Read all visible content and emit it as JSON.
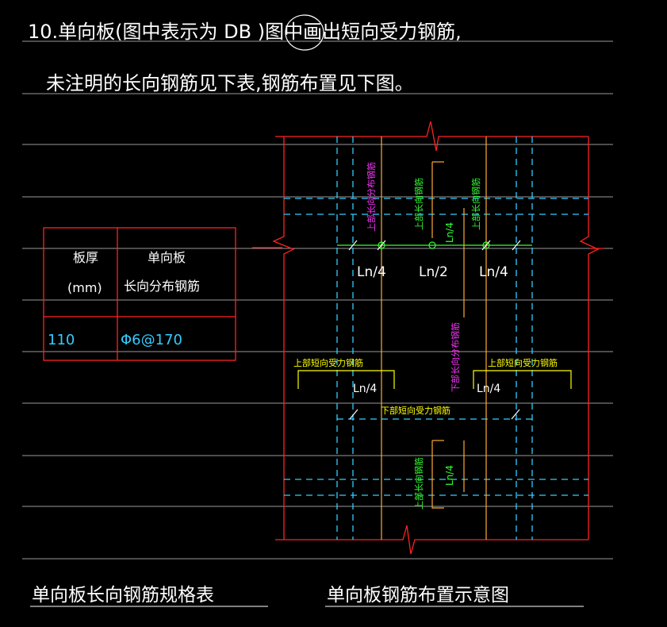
{
  "notes": {
    "line1": "10.单向板(图中表示为 DB )图中画出短向受力钢筋,",
    "line2": "未注明的长向钢筋见下表,钢筋布置见下图。"
  },
  "table": {
    "col1_line1": "板厚",
    "col1_line2": "(mm)",
    "col2_line1": "单向板",
    "col2_line2": "长向分布钢筋",
    "row_thickness": "110",
    "row_spec": "Φ6@170"
  },
  "drawing": {
    "dim_left": "Ln/4",
    "dim_mid": "Ln/2",
    "dim_right": "Ln/4",
    "label_top_distribution": "上部长向分布钢筋",
    "label_top_long_1": "上部长向钢筋",
    "label_top_long_2": "上部长向钢筋",
    "label_ln4_vertical_top": "Ln/4",
    "label_bottom_distribution": "下部长向分布钢筋",
    "label_top_short_left": "上部短向受力钢筋",
    "label_top_short_right": "上部短向受力钢筋",
    "label_ln4_left": "Ln/4",
    "label_ln4_right": "Ln/4",
    "label_bottom_short": "下部短向受力钢筋",
    "label_top_long_bottom": "上部长向钢筋",
    "label_ln4_vertical_bottom": "Ln/4"
  },
  "captions": {
    "table_caption": "单向板长向钢筋规格表",
    "drawing_caption": "单向板钢筋布置示意图"
  },
  "colors": {
    "background": "#000000",
    "border_red": "#ff2222",
    "grid_gray": "#9a9a9a",
    "cyan": "#33ccff",
    "green": "#33ff33",
    "magenta": "#ff33ff",
    "yellow": "#ffff00",
    "orange": "#ffaa33"
  }
}
